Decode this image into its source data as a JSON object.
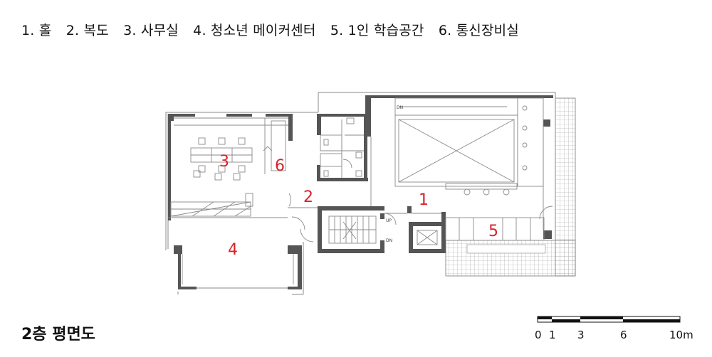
{
  "legend": {
    "items": [
      "1. 홀",
      "2. 복도",
      "3. 사무실",
      "4. 청소년 메이커센터",
      "5. 1인 학습공간",
      "6. 통신장비실"
    ]
  },
  "plan": {
    "room_numbers": [
      "1",
      "2",
      "3",
      "4",
      "5",
      "6"
    ],
    "stair_labels": {
      "up": "UP",
      "down": "DN"
    },
    "hall_stair_label": "DN"
  },
  "title": "2층 평면도",
  "scale_bar": {
    "ticks": [
      "0",
      "1",
      "3",
      "6",
      "10m"
    ]
  },
  "colors": {
    "wall": "#555555",
    "line": "#8a8a8a",
    "room_number": "#d6232a"
  }
}
